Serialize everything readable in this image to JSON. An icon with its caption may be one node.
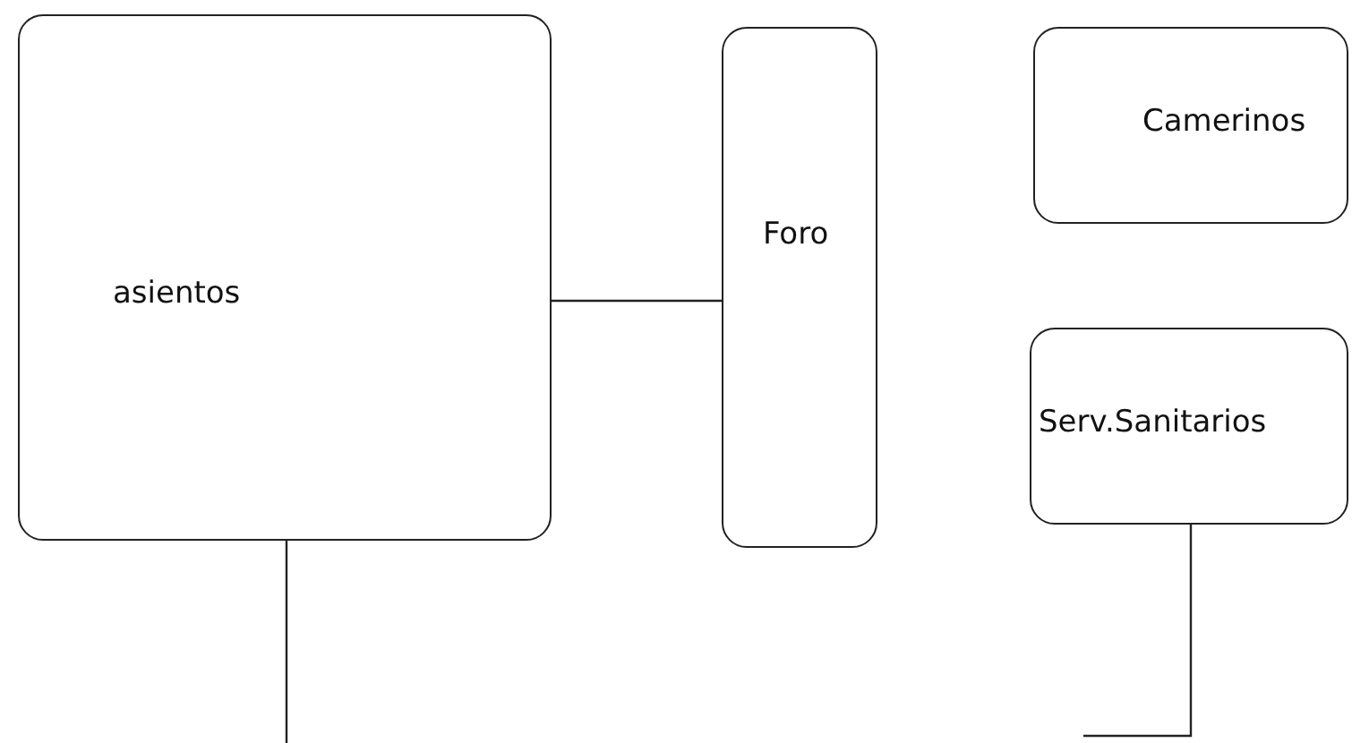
{
  "diagram": {
    "nodes": [
      {
        "text": [
          "asientos"
        ]
      },
      {
        "text": [
          "Foro"
        ]
      },
      {
        "text": [
          "Camerinos"
        ]
      },
      {
        "text": [
          "Serv.Sanitarios"
        ]
      }
    ],
    "edges": [
      {
        "from": 0,
        "to": 1,
        "arrow": "none"
      },
      {
        "from": 0,
        "to": null,
        "arrow": "none"
      },
      {
        "from": 3,
        "to": null,
        "arrow": "none"
      }
    ]
  }
}
